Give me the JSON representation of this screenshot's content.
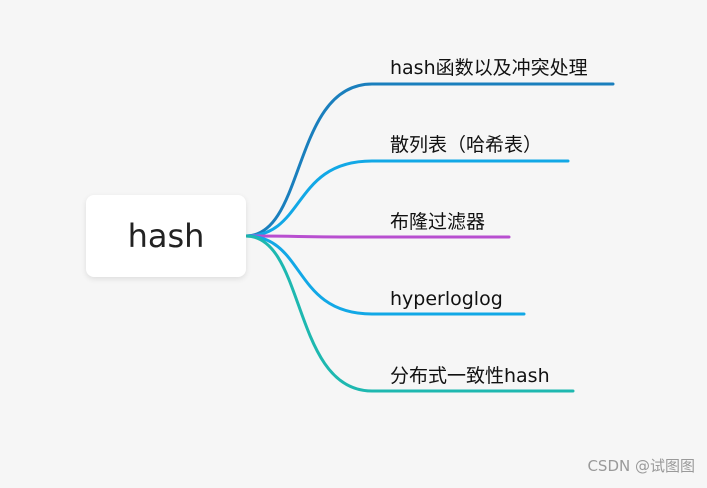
{
  "root": {
    "label": "hash"
  },
  "branches": [
    {
      "label": "hash函数以及冲突处理",
      "color": "#1a7fbd"
    },
    {
      "label": "散列表（哈希表）",
      "color": "#12a8e6"
    },
    {
      "label": "布隆过滤器",
      "color": "#b84fd0"
    },
    {
      "label": "hyperloglog",
      "color": "#12a8e6"
    },
    {
      "label": "分布式一致性hash",
      "color": "#1eb8b0"
    }
  ],
  "watermark": "CSDN @试图图"
}
